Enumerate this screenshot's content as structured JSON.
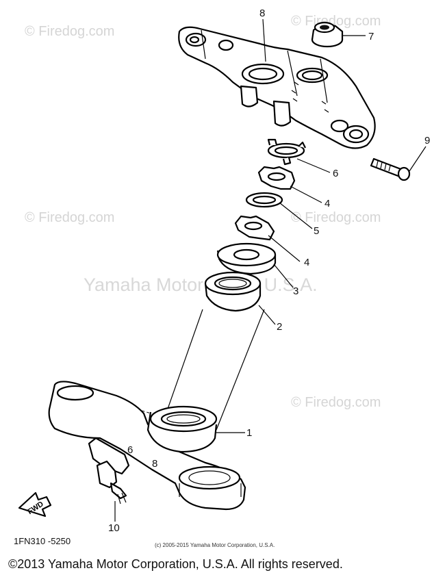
{
  "watermarks": {
    "site": "© Firedog.com",
    "center": "Yamaha Motor Corp., U.S.A."
  },
  "callouts": {
    "c1": "1",
    "c2": "2",
    "c3": "3",
    "c4a": "4",
    "c4b": "4",
    "c5": "5",
    "c6": "6",
    "c7": "7",
    "c8": "8",
    "c9": "9",
    "c10": "10",
    "c6_steer_stop": "6",
    "c8_steer_stop": "8"
  },
  "fwd_label": "FWD",
  "part_code": "1FN310 -5250",
  "small_copyright": "(c) 2005-2015 Yamaha Motor Corporation, U.S.A.",
  "footer_copyright": "©2013 Yamaha Motor Corporation, U.S.A. All rights reserved."
}
